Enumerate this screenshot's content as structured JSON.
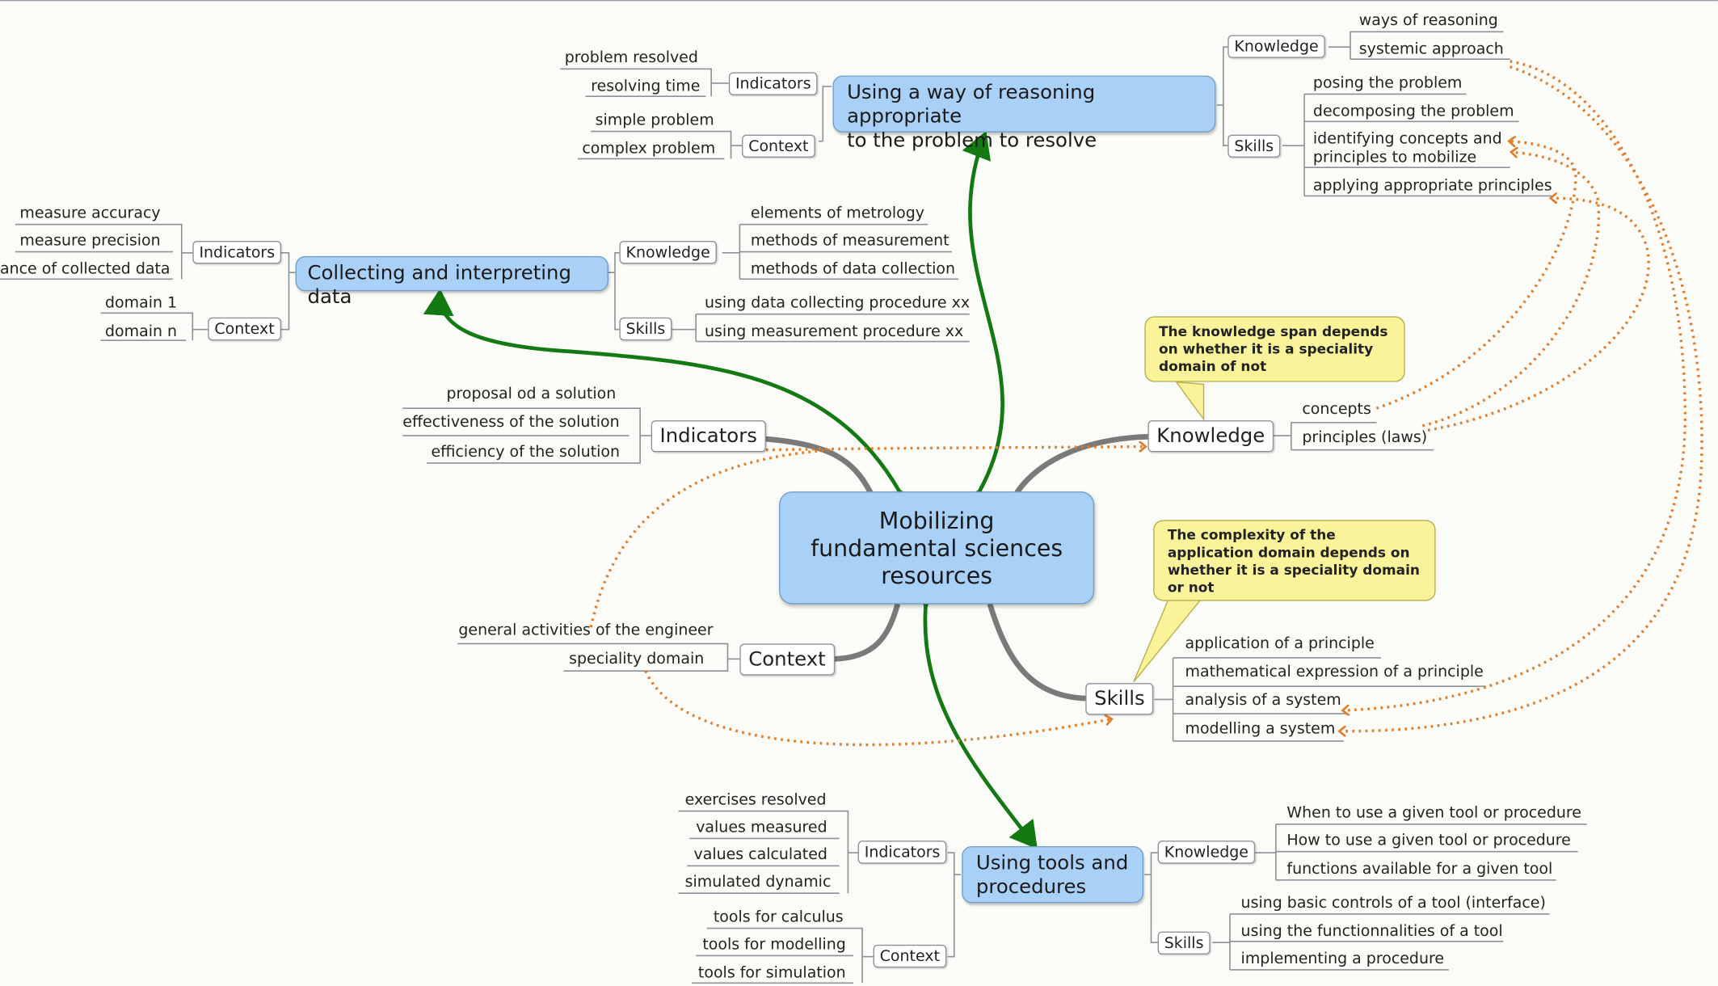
{
  "center": [
    "Mobilizing",
    "fundamental sciences",
    "resources"
  ],
  "reasoning": {
    "title": [
      "Using a way of reasoning appropriate",
      "to the problem to resolve"
    ],
    "indicators_label": "Indicators",
    "indicators": [
      "problem resolved",
      "resolving time"
    ],
    "context_label": "Context",
    "context": [
      "simple problem",
      "complex problem"
    ],
    "knowledge_label": "Knowledge",
    "knowledge": [
      "ways of reasoning",
      "systemic approach"
    ],
    "skills_label": "Skills",
    "skills": [
      "posing the problem",
      "decomposing the problem",
      "identifying concepts and",
      "principles to mobilize",
      "applying appropriate principles"
    ]
  },
  "collecting": {
    "title": "Collecting and interpreting data",
    "indicators_label": "Indicators",
    "indicators": [
      "measure accuracy",
      "measure precision",
      "ance of collected data"
    ],
    "context_label": "Context",
    "context": [
      "domain 1",
      "domain n"
    ],
    "knowledge_label": "Knowledge",
    "knowledge": [
      "elements of metrology",
      "methods of measurement",
      "methods of data collection"
    ],
    "skills_label": "Skills",
    "skills": [
      "using data collecting procedure xx",
      "using measurement procedure xx"
    ]
  },
  "main": {
    "indicators_label": "Indicators",
    "indicators": [
      "proposal od a solution",
      "effectiveness of the solution",
      "efficiency of the solution"
    ],
    "context_label": "Context",
    "context": [
      "general activities of the engineer",
      "speciality domain"
    ],
    "knowledge_label": "Knowledge",
    "knowledge": [
      "concepts",
      "principles (laws)"
    ],
    "skills_label": "Skills",
    "skills": [
      "application of a principle",
      "mathematical expression of a principle",
      "analysis of a system",
      "modelling a system"
    ]
  },
  "notes": {
    "knowledge": [
      "The knowledge span depends",
      "on whether it is a speciality",
      "domain of not"
    ],
    "complexity": [
      "The complexity of the",
      "application domain depends on",
      "whether it is a speciality domain",
      "or not"
    ]
  },
  "tools": {
    "title": [
      "Using tools and",
      "procedures"
    ],
    "indicators_label": "Indicators",
    "indicators": [
      "exercises resolved",
      "values measured",
      "values calculated",
      "simulated dynamic"
    ],
    "context_label": "Context",
    "context": [
      "tools for calculus",
      "tools for modelling",
      "tools for simulation"
    ],
    "knowledge_label": "Knowledge",
    "knowledge": [
      "When to use a given tool or procedure",
      "How to use a given tool or procedure",
      "functions available for a given tool"
    ],
    "skills_label": "Skills",
    "skills": [
      "using basic controls of a tool (interface)",
      "using the functionnalities of a tool",
      "implementing a procedure"
    ]
  },
  "colors": {
    "green_link": "#137a13",
    "orange_link": "#e07d2c",
    "node_blue": "#a9d1f7",
    "note_yellow": "#fbf39a"
  }
}
